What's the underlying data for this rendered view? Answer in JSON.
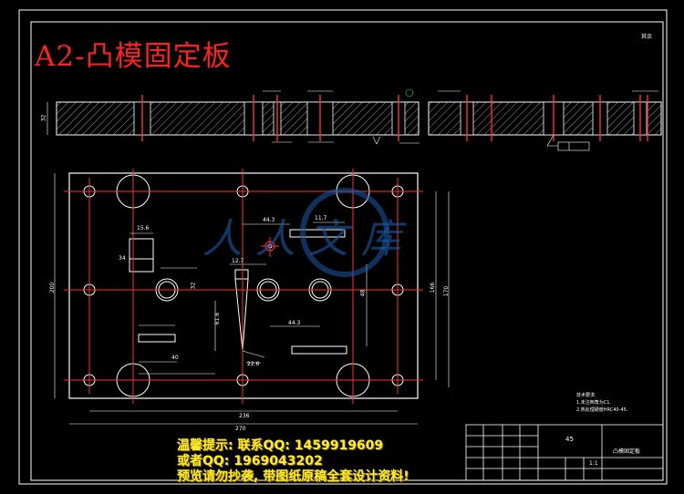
{
  "drawing": {
    "title": "A2-凸模固定板",
    "corner_mark": "其余",
    "tech_notes": {
      "heading": "技术要求:",
      "line1": "1.未注倒角为C1.",
      "line2": "2.热处理硬度HRC40-45."
    },
    "title_block": {
      "material": "45",
      "scale": "1:1",
      "name": "凸模固定板"
    }
  },
  "watermark": {
    "logo_text": "人人文库",
    "colors": {
      "logo": "#1e5aa8"
    }
  },
  "notice": {
    "line1": "温馨提示: 联系QQ: 1459919609",
    "line2": "或者QQ: 1969043202",
    "line3": "预览请勿抄袭, 带图纸原稿全套设计资料!"
  },
  "dimensions": {
    "overall_width": "270",
    "hole_span": "236",
    "overall_height": "200",
    "inner_height": "166",
    "right_height": "170",
    "d1": "44.3",
    "d2": "11.7",
    "d3": "44.3",
    "d4": "15.6",
    "d5": "34",
    "d6": "12.7",
    "d7": "48",
    "d8": "61.6",
    "d9": "22.6",
    "d10": "40",
    "d11": "32",
    "thickness": "32"
  },
  "colors": {
    "title": "#ff2020",
    "frame": "#ffffff",
    "center": "#ff3030",
    "part": "#ffffff",
    "dim": "#ffffff"
  }
}
